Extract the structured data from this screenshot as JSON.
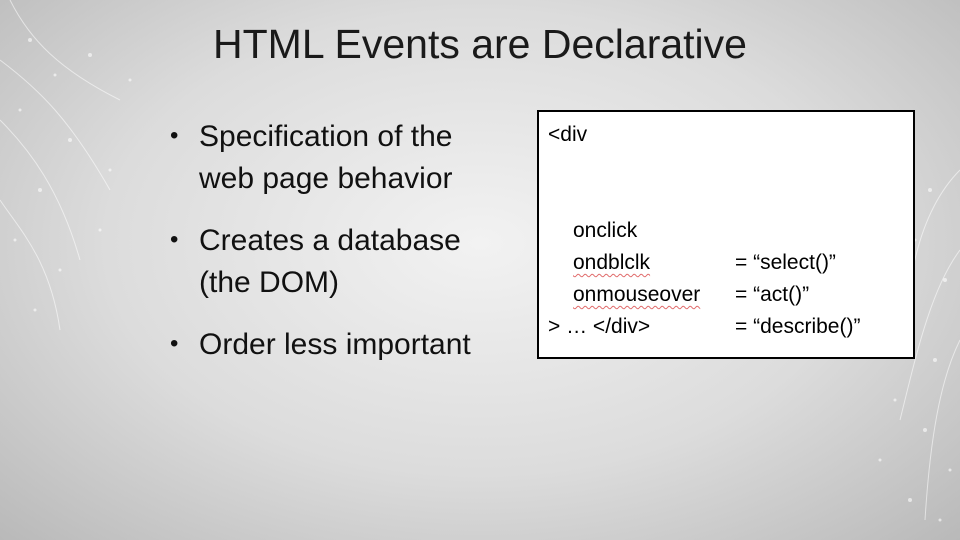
{
  "slide": {
    "title": "HTML Events are Declarative",
    "bullets": [
      "Specification of the web page behavior",
      "Creates a database (the DOM)",
      "Order less important"
    ],
    "code": {
      "open_tag": "<div",
      "attributes": [
        {
          "name": "onclick",
          "value": "= “select()”"
        },
        {
          "name": "ondblclk",
          "value": "= “act()”"
        },
        {
          "name": "onmouseover",
          "value": "= “describe()”"
        }
      ],
      "close_line": "> … </div>"
    }
  }
}
